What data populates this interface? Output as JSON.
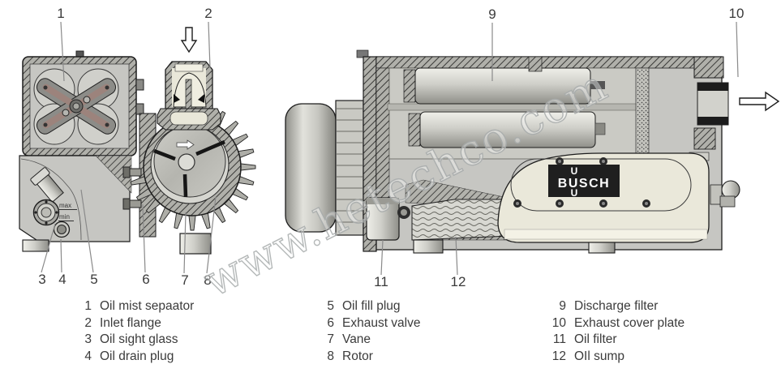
{
  "watermark": {
    "text": "www.hetechco.com"
  },
  "brand": {
    "top_u": "U",
    "name": "BUSCH",
    "bottom_u": "U"
  },
  "gauge": {
    "max_label": "max",
    "min_label": "min"
  },
  "callouts": [
    "1",
    "2",
    "3",
    "4",
    "5",
    "6",
    "7",
    "8",
    "9",
    "10",
    "11",
    "12"
  ],
  "legend": {
    "items": [
      {
        "num": "1",
        "label": "Oil mist sepaator"
      },
      {
        "num": "2",
        "label": "Inlet flange"
      },
      {
        "num": "3",
        "label": "Oil sight glass"
      },
      {
        "num": "4",
        "label": "Oil drain plug"
      },
      {
        "num": "5",
        "label": "Oil fill plug"
      },
      {
        "num": "6",
        "label": "Exhaust valve"
      },
      {
        "num": "7",
        "label": "Vane"
      },
      {
        "num": "8",
        "label": "Rotor"
      },
      {
        "num": "9",
        "label": "Discharge filter"
      },
      {
        "num": "10",
        "label": "Exhaust cover plate"
      },
      {
        "num": "11",
        "label": "Oil filter"
      },
      {
        "num": "12",
        "label": "OIl sump"
      }
    ]
  },
  "colors": {
    "body_gray": "#c6c6c2",
    "plate_cream": "#eae8da",
    "logo_black": "#1f1f1f",
    "text": "#3b3b3b",
    "watermark": "#a8acac"
  }
}
